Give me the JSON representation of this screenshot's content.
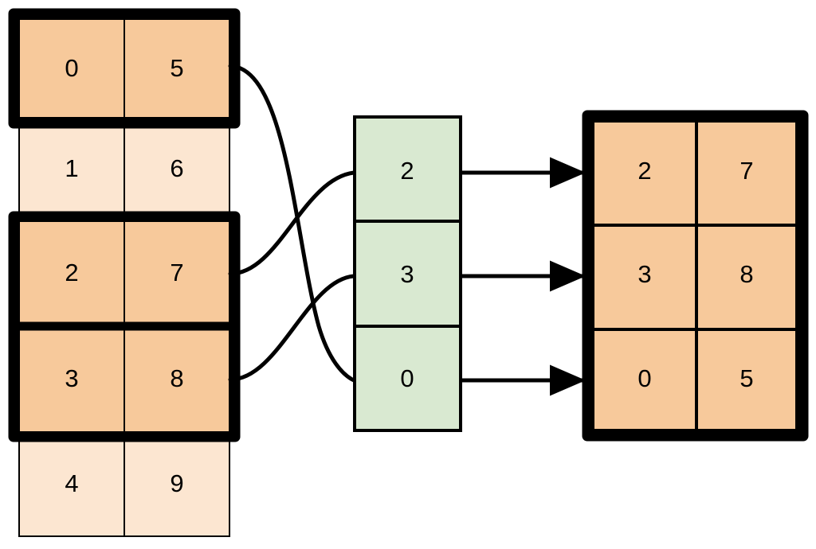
{
  "diagram": {
    "title": "dataframe-row-selection-diagram",
    "type": "dataframe-indexing-illustration",
    "colors": {
      "highlight_fill": "#f7c99b",
      "dim_fill": "#fce6d1",
      "index_fill": "#d9e9d1",
      "stroke": "#000000",
      "thin_stroke": "#000000",
      "background": "#ffffff"
    }
  },
  "source_table": {
    "name": "source-dataframe",
    "rows": [
      {
        "col_a": "0",
        "col_b": "5",
        "highlighted": true
      },
      {
        "col_a": "1",
        "col_b": "6",
        "highlighted": false
      },
      {
        "col_a": "2",
        "col_b": "7",
        "highlighted": true
      },
      {
        "col_a": "3",
        "col_b": "8",
        "highlighted": true
      },
      {
        "col_a": "4",
        "col_b": "9",
        "highlighted": false
      }
    ]
  },
  "index_column": {
    "name": "selector-index-array",
    "values": [
      "2",
      "3",
      "0"
    ]
  },
  "result_table": {
    "name": "result-dataframe",
    "rows": [
      {
        "col_a": "2",
        "col_b": "7"
      },
      {
        "col_a": "3",
        "col_b": "8"
      },
      {
        "col_a": "0",
        "col_b": "5"
      }
    ]
  },
  "connectors": {
    "curves": [
      {
        "from_row": "0",
        "to_index": "0",
        "label": "row-0-to-index-slot-2"
      },
      {
        "from_row": "2",
        "to_index": "2",
        "label": "row-2-to-index-slot-0"
      },
      {
        "from_row": "3",
        "to_index": "3",
        "label": "row-3-to-index-slot-1"
      }
    ],
    "arrows": [
      {
        "from_index": "2",
        "to_result_row": "0"
      },
      {
        "from_index": "3",
        "to_result_row": "1"
      },
      {
        "from_index": "0",
        "to_result_row": "2"
      }
    ]
  }
}
